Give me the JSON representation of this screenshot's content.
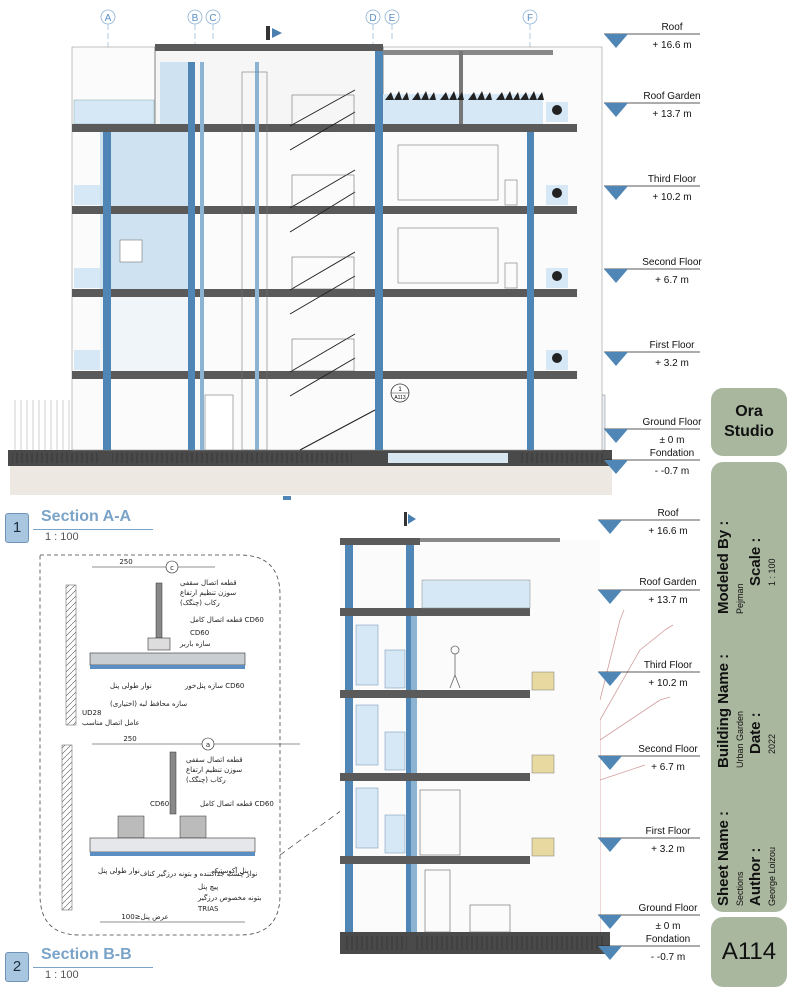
{
  "sheet": {
    "studio_name": "Ora Studio",
    "sheet_number": "A114",
    "modeled_by_label": "Modeled By :",
    "modeled_by": "Pejman",
    "scale_label": "Scale :",
    "scale": "1 : 100",
    "building_name_label": "Building Name :",
    "building_name": "Urban Garden",
    "date_label": "Date :",
    "date": "2022",
    "sheet_name_label": "Sheet Name :",
    "sheet_name": "Sections",
    "author_label": "Author :",
    "author": "George Loizou"
  },
  "section1": {
    "number": "1",
    "title": "Section A-A",
    "scale": "1 : 100",
    "grid_labels": [
      "A",
      "B",
      "C",
      "D",
      "E",
      "F"
    ],
    "callout_number": "1",
    "callout_sheet": "A113"
  },
  "section2": {
    "number": "2",
    "title": "Section B-B",
    "scale": "1 : 100"
  },
  "levels": [
    {
      "name": "Roof",
      "elevation": "+ 16.6 m"
    },
    {
      "name": "Roof Garden",
      "elevation": "+ 13.7 m"
    },
    {
      "name": "Third Floor",
      "elevation": "+ 10.2 m"
    },
    {
      "name": "Second Floor",
      "elevation": "+ 6.7 m"
    },
    {
      "name": "First Floor",
      "elevation": "+ 3.2 m"
    },
    {
      "name": "Ground Floor",
      "elevation": "± 0 m"
    },
    {
      "name": "Fondation",
      "elevation": "- -0.7 m"
    }
  ],
  "detail": {
    "tag_c": "c",
    "tag_a": "a",
    "dim_top": "250",
    "dim_mid": "250",
    "dim_bottom": "100≥عرض پنل",
    "notes_c": [
      "قطعه اتصال سقفی",
      "سوزن تنظیم ارتفاع",
      "رکاب (چنگک)",
      "قطعه اتصال کامل CD60",
      "CD60",
      "سازه باربر",
      "سازه پنل‌خور CD60",
      "نوار طولی پنل",
      "سازه محافظ لبه (اختیاری)",
      "UD28",
      "عامل اتصال مناسب"
    ],
    "notes_a": [
      "قطعه اتصال سقفی",
      "سوزن تنظیم ارتفاع",
      "رکاب (چنگک)",
      "قطعه اتصال کامل CD60",
      "CD60",
      "پنل آکوستیک",
      "نوار طولی پنل",
      "نوار چسب جداکننده و بتونه درزگیر کناف",
      "پیچ پنل",
      "بتونه مخصوص درزگیر",
      "TRIAS"
    ]
  }
}
